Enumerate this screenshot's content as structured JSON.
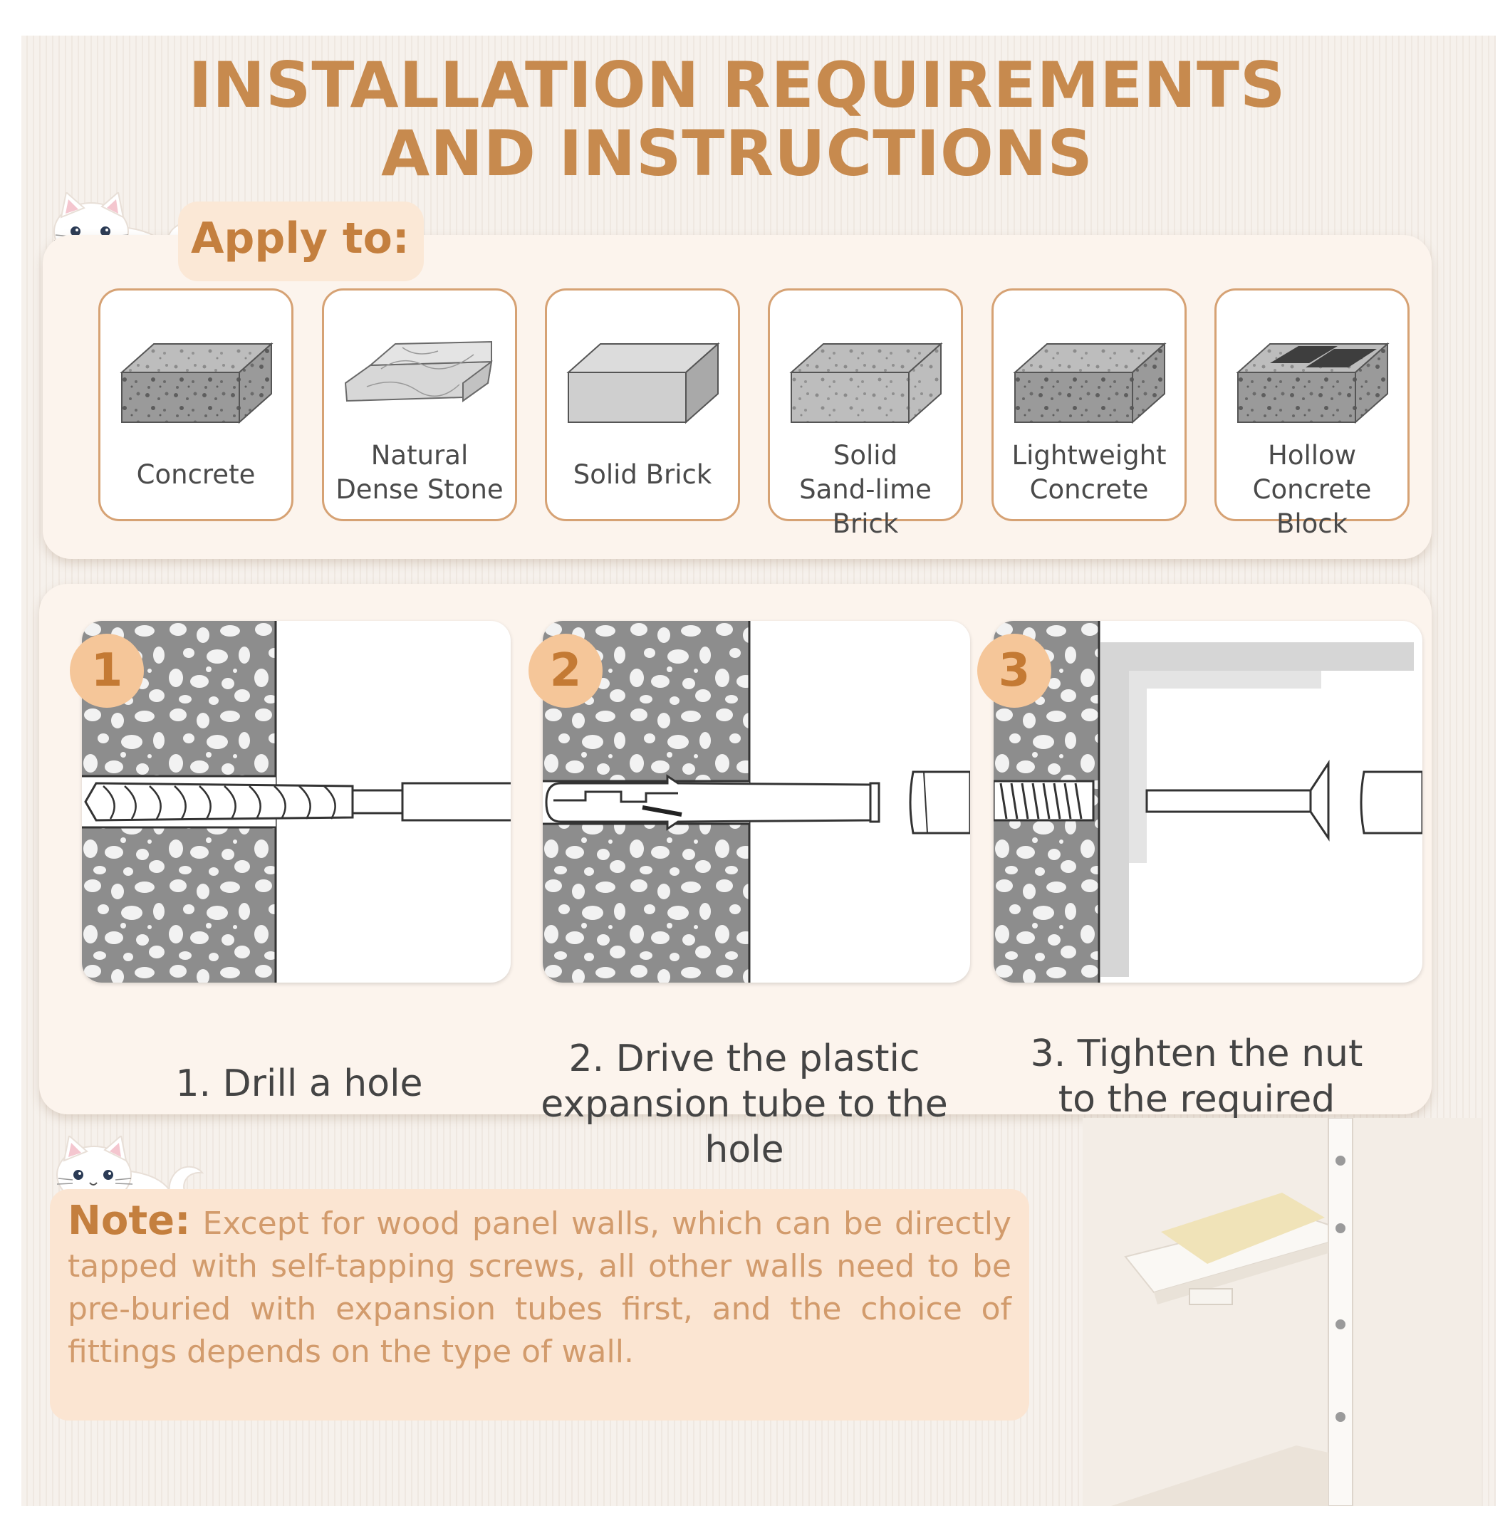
{
  "title": {
    "line1": "INSTALLATION REQUIREMENTS",
    "line2": "AND INSTRUCTIONS"
  },
  "apply": {
    "label": "Apply to:",
    "materials": [
      {
        "label": "Concrete",
        "icon": "concrete-block-icon"
      },
      {
        "label": "Natural\nDense Stone",
        "icon": "stone-block-icon"
      },
      {
        "label": "Solid Brick",
        "icon": "solid-brick-icon"
      },
      {
        "label": "Solid\nSand-lime Brick",
        "icon": "sand-lime-brick-icon"
      },
      {
        "label": "Lightweight\nConcrete",
        "icon": "lightweight-concrete-icon"
      },
      {
        "label": "Hollow\nConcrete Block",
        "icon": "hollow-block-icon"
      }
    ]
  },
  "steps": [
    {
      "number": "1",
      "caption": "1. Drill a hole",
      "icon": "drill-bit-icon"
    },
    {
      "number": "2",
      "caption": "2. Drive the plastic\nexpansion tube to the hole",
      "icon": "expansion-tube-icon"
    },
    {
      "number": "3",
      "caption": "3. Tighten the nut\nto the required",
      "icon": "screw-bracket-icon"
    }
  ],
  "note": {
    "label": "Note:",
    "text": "Except for wood panel walls, which can be directly tapped with self-tapping screws, all other walls need to be pre-buried with expansion tubes first, and the choice of fittings depends on the type of wall."
  },
  "colors": {
    "accent": "#c78a4e",
    "note_text": "#d29b6c",
    "panel": "#fcf4ed",
    "badge": "#f5c699"
  }
}
